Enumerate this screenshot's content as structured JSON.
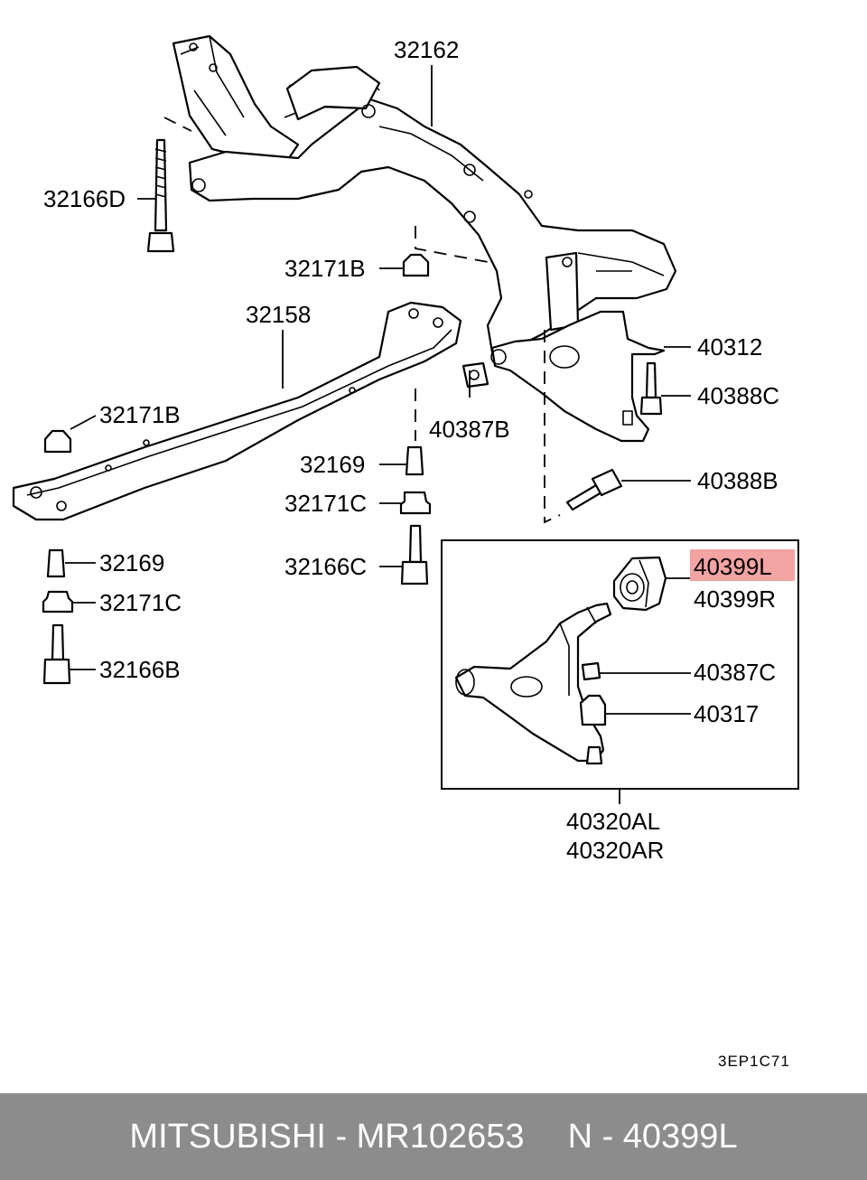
{
  "labels": {
    "p32162": "32162",
    "p32166D": "32166D",
    "p32171B_top": "32171B",
    "p32158": "32158",
    "p32171B_left": "32171B",
    "p40387B": "40387B",
    "p40312": "40312",
    "p40388C": "40388C",
    "p32169_mid": "32169",
    "p32171C_mid": "32171C",
    "p40388B": "40388B",
    "p32166C": "32166C",
    "p32169_left": "32169",
    "p32171C_left": "32171C",
    "p32166B": "32166B",
    "p40399L": "40399L",
    "p40399R": "40399R",
    "p40387C": "40387C",
    "p40317": "40317",
    "p40320AL": "40320AL",
    "p40320AR": "40320AR"
  },
  "highlight_color": "#f4a3a3",
  "diagram_code": "3EP1C71",
  "footer": {
    "brand_part": "MITSUBISHI - MR102653",
    "ref": "N - 40399L"
  }
}
